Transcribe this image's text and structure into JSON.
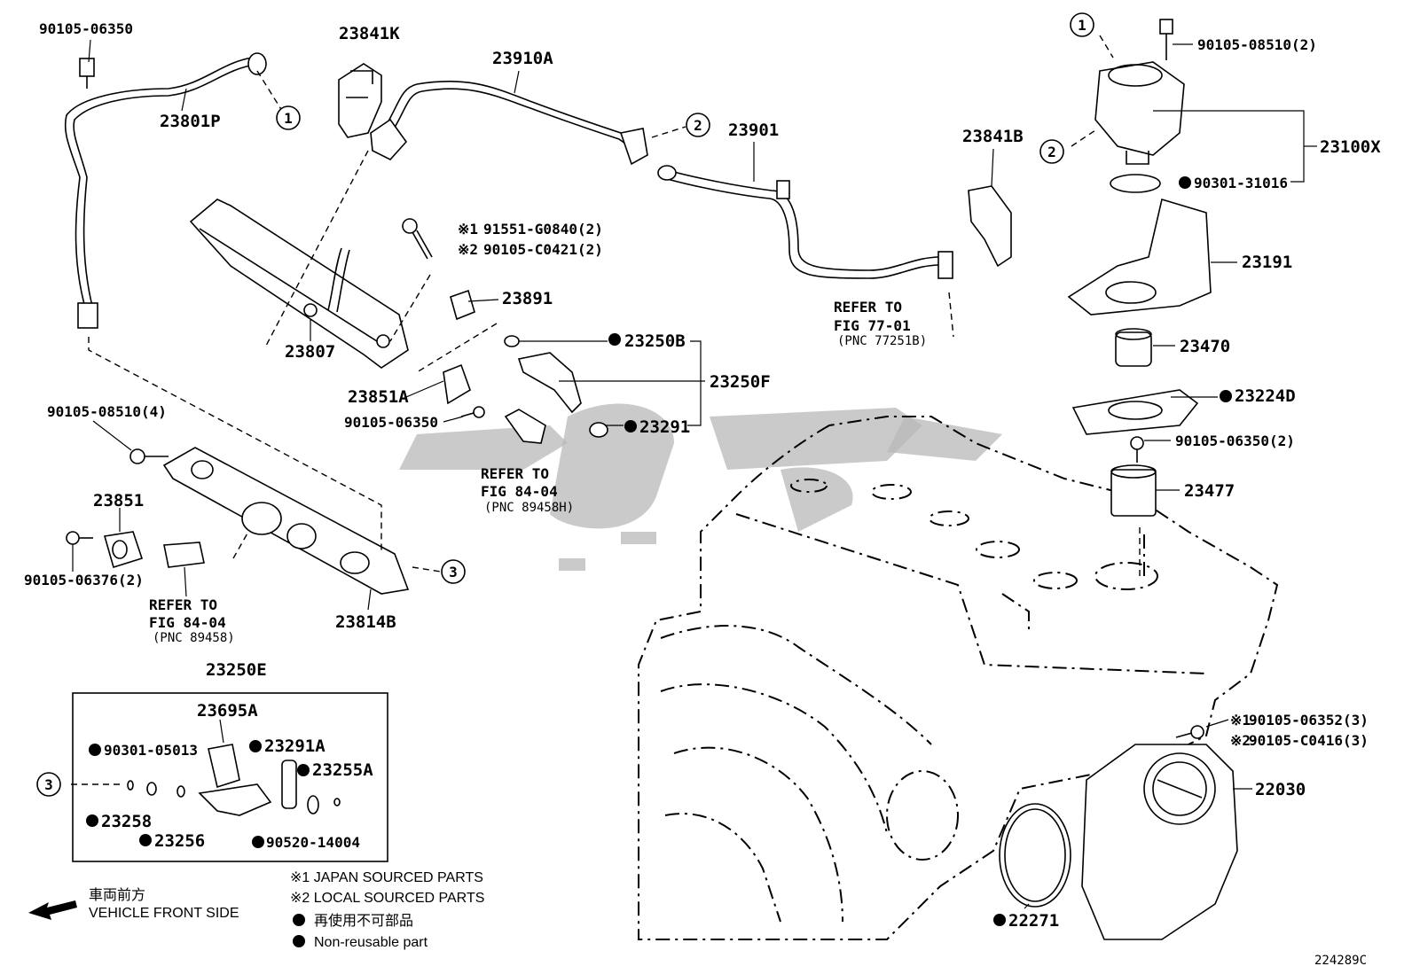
{
  "diagram_id": "224289C",
  "watermark_text": "",
  "labels": {
    "p90105_06350_top": "90105-06350",
    "p23841K": "23841K",
    "p23910A": "23910A",
    "p23801P": "23801P",
    "p23901": "23901",
    "p23841B": "23841B",
    "p90105_08510_2": "90105-08510(2)",
    "p23100X": "23100X",
    "p90301_31016": "90301-31016",
    "p23191": "23191",
    "p23470": "23470",
    "p23224D": "23224D",
    "p90105_06350_2": "90105-06350(2)",
    "p23477": "23477",
    "p91551_G0840": "91551-G0840(2)",
    "p90105_C0421": "90105-C0421(2)",
    "p23891": "23891",
    "p23807": "23807",
    "p23250B": "23250B",
    "p23250F": "23250F",
    "p23851A": "23851A",
    "p90105_06350_mid": "90105-06350",
    "p23291": "23291",
    "p90105_08510_4": "90105-08510(4)",
    "p23851": "23851",
    "p90105_06376": "90105-06376(2)",
    "p23814B": "23814B",
    "p23250E": "23250E",
    "p23695A": "23695A",
    "p90301_05013": "90301-05013",
    "p23291A": "23291A",
    "p23255A": "23255A",
    "p23258": "23258",
    "p23256": "23256",
    "p90520_14004": "90520-14004",
    "p90105_06352": "90105-06352(3)",
    "p90105_C0416": "90105-C0416(3)",
    "p22030": "22030",
    "p22271": "22271"
  },
  "mark_1": "※1",
  "mark_2": "※2",
  "circle_1": "1",
  "circle_2": "2",
  "circle_3": "3",
  "refer_77": {
    "line1": "REFER TO",
    "line2": "FIG 77-01",
    "line3": "(PNC 77251B)"
  },
  "refer_84a": {
    "line1": "REFER TO",
    "line2": "FIG 84-04",
    "line3": "(PNC 89458H)"
  },
  "refer_84b": {
    "line1": "REFER TO",
    "line2": "FIG 84-04",
    "line3": "(PNC 89458)"
  },
  "legend": {
    "front_jp": "車両前方",
    "front_en": "VEHICLE FRONT SIDE",
    "japan_parts": "※1 JAPAN SOURCED PARTS",
    "local_parts": "※2 LOCAL SOURCED PARTS",
    "nonreuse_jp": "再使用不可部品",
    "nonreuse_en": "Non-reusable part"
  }
}
